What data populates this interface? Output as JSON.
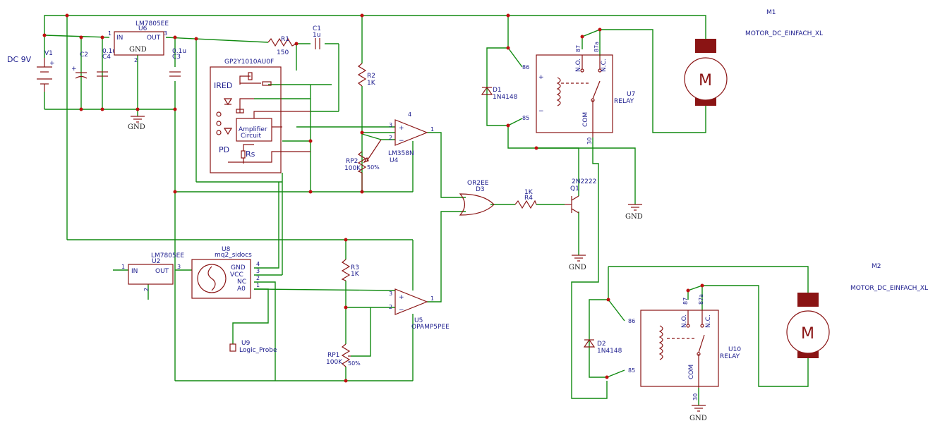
{
  "colors": {
    "wire": "#108a10",
    "component": "#8a1414",
    "junction": "#c01010",
    "label": "#1a1a8c",
    "background": "#ffffff"
  },
  "labels": {
    "dc": "DC 9V",
    "v1": "V1",
    "c2": "C2",
    "c4": "C4",
    "c4_val": "0.1u",
    "u6_name": "LM7805EE",
    "u6_ref": "U6",
    "u6_in": "IN",
    "u6_out": "OUT",
    "u6_gnd": "GND",
    "c3": "C3",
    "c3_val": "0.1u",
    "r1": "R1",
    "r1_val": "150",
    "c1": "C1",
    "c1_val": "1u",
    "sensor_name": "GP2Y1010AU0F",
    "ired": "IRED",
    "pd": "PD",
    "rs": "Rs",
    "amp1": "Amplifier",
    "amp2": "Circuit",
    "r2": "R2",
    "r2_val": "1K",
    "rp2": "RP2",
    "rp2_val": "100K",
    "pct": "50%",
    "u4_name": "LM358N",
    "u4_ref": "U4",
    "d1": "D1",
    "d1_val": "1N4148",
    "d2": "D2",
    "d2_val": "1N4148",
    "no": "N.O.",
    "nc": "N.C.",
    "com": "COM",
    "relay": "RELAY",
    "u7": "U7",
    "u10": "U10",
    "p86": "86",
    "p85": "85",
    "p87": "87",
    "p87a": "87a",
    "p30": "30",
    "m1": "M1",
    "m2": "M2",
    "motor": "MOTOR_DC_EINFACH_XL",
    "motor_m": "M",
    "or_name": "OR2EE",
    "or_ref": "D3",
    "r4": "R4",
    "r4_val": "1K",
    "q_name": "2N2222",
    "q_ref": "Q1",
    "gnd": "GND",
    "u2_name": "LM7805EE",
    "u2_ref": "U2",
    "u8_name": "mq2_sidocs",
    "u8_ref": "U8",
    "u8_gnd": "GND",
    "u8_vcc": "VCC",
    "u8_nc": "NC",
    "u8_a0": "A0",
    "u9": "U9",
    "logic_probe": "Logic_Probe",
    "r3": "R3",
    "r3_val": "1K",
    "rp1": "RP1",
    "rp1_val": "100K",
    "u5_name": "OPAMP5PEE",
    "u5_ref": "U5",
    "pin1": "1",
    "pin2": "2",
    "pin3": "3",
    "pin4": "4",
    "plus": "+",
    "minus": "−"
  }
}
